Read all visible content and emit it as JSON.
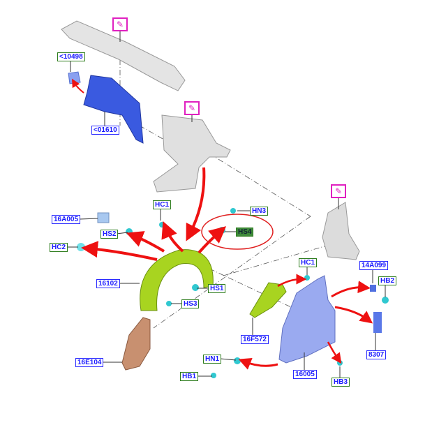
{
  "edit_icons": [
    "pencil-icon",
    "pencil-icon",
    "pencil-icon"
  ],
  "labels": {
    "l10498": "<10498",
    "l01610": "<01610",
    "l16A005": "16A005",
    "HS2": "HS2",
    "HC2": "HC2",
    "HC1_left": "HC1",
    "HN3": "HN3",
    "HS4": "HS4",
    "l16102": "16102",
    "HS1": "HS1",
    "HS3": "HS3",
    "l16E104": "16E104",
    "HN1": "HN1",
    "HB1": "HB1",
    "l16F572": "16F572",
    "HC1_right": "HC1",
    "l14A099": "14A099",
    "HB2": "HB2",
    "l8307": "8307",
    "l16005": "16005",
    "HB3": "HB3"
  },
  "colors": {
    "arrow": "#ee1111",
    "callout": "#e02020",
    "highlight": "#3e8a3a",
    "pen": "#e020c0"
  }
}
